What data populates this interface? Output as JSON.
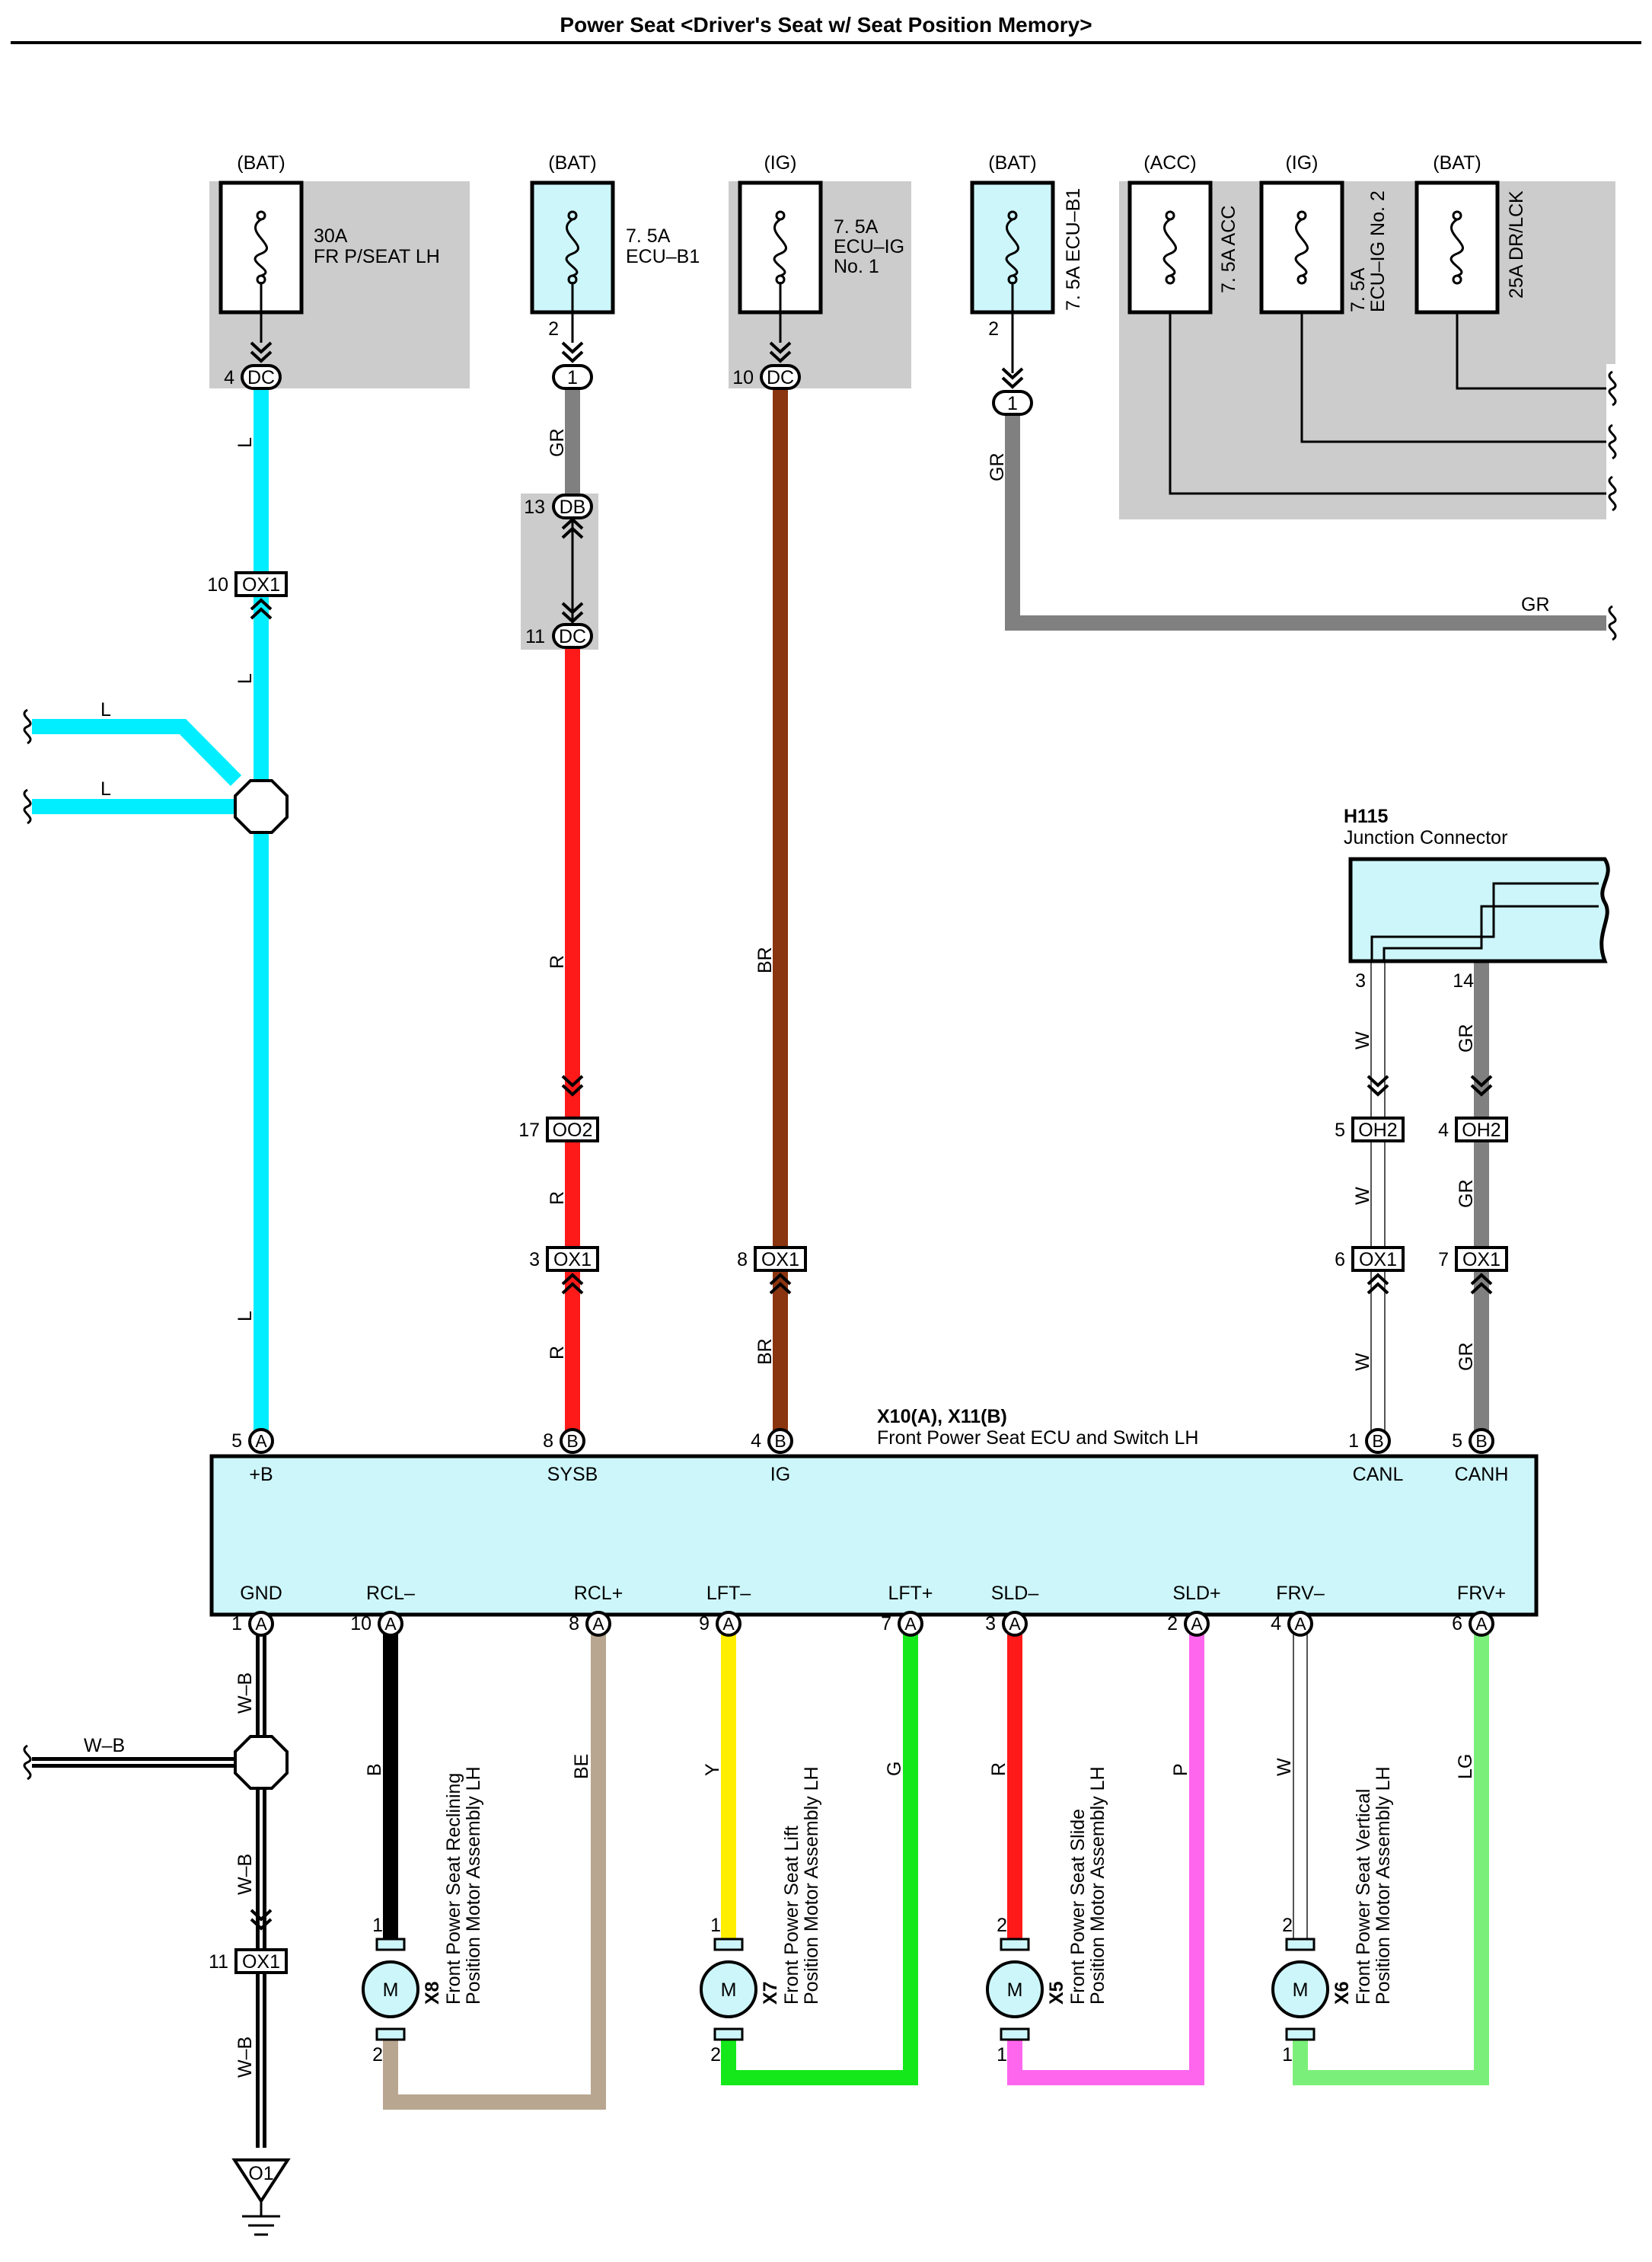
{
  "title": "Power Seat <Driver's Seat w/ Seat Position Memory>",
  "colors": {
    "L": "#00eeff",
    "R": "#ff1a1a",
    "BR": "#8b3410",
    "GR": "#808080",
    "B": "#000000",
    "BE": "#b8a690",
    "Y": "#ffee00",
    "G": "#14e81a",
    "P": "#ff66ee",
    "W": "#ffffff",
    "LG": "#7af07a",
    "WB": "#000000",
    "component": "#cdf6fa",
    "shade": "#cccccc"
  },
  "fuses": {
    "f1": {
      "source": "(BAT)",
      "rating": "30A",
      "name": "FR P/SEAT LH",
      "pin": "4",
      "connector": "DC"
    },
    "f2": {
      "source": "(BAT)",
      "rating": "7. 5A",
      "name": "ECU–B1",
      "pin": "2",
      "connector": "1"
    },
    "f3": {
      "source": "(IG)",
      "rating": "7. 5A",
      "name1": "ECU–IG",
      "name2": "No. 1",
      "pin": "10",
      "connector": "DC"
    },
    "f4": {
      "source": "(BAT)",
      "label": "7. 5A ECU–B1",
      "pin": "2",
      "connector": "1"
    },
    "f5": {
      "source": "(ACC)",
      "label": "7. 5A ACC"
    },
    "f6": {
      "source": "(IG)",
      "label1": "7. 5A",
      "label2": "ECU–IG No. 2"
    },
    "f7": {
      "source": "(BAT)",
      "label": "25A DR/LCK"
    }
  },
  "connectors": {
    "db": {
      "pin": "13",
      "name": "DB"
    },
    "dc": {
      "pin": "11",
      "name": "DC"
    },
    "ox1_l": {
      "pin": "10",
      "name": "OX1"
    },
    "oo2": {
      "pin": "17",
      "name": "OO2"
    },
    "ox1_r": {
      "pin": "3",
      "name": "OX1"
    },
    "ox1_br": {
      "pin": "8",
      "name": "OX1"
    },
    "oh2_w": {
      "pin": "5",
      "name": "OH2"
    },
    "oh2_gr": {
      "pin": "4",
      "name": "OH2"
    },
    "ox1_w": {
      "pin": "6",
      "name": "OX1"
    },
    "ox1_gr": {
      "pin": "7",
      "name": "OX1"
    },
    "ox1_gnd": {
      "pin": "11",
      "name": "OX1"
    },
    "ground": "O1"
  },
  "junction": {
    "id": "H115",
    "name": "Junction Connector",
    "pin_w": "3",
    "pin_gr": "14"
  },
  "ecu": {
    "ids": "X10(A), X11(B)",
    "name": "Front Power Seat ECU and Switch LH",
    "top_pins": [
      {
        "num": "5",
        "conn": "A",
        "label": "+B"
      },
      {
        "num": "8",
        "conn": "B",
        "label": "SYSB"
      },
      {
        "num": "4",
        "conn": "B",
        "label": "IG"
      },
      {
        "num": "1",
        "conn": "B",
        "label": "CANL"
      },
      {
        "num": "5",
        "conn": "B",
        "label": "CANH"
      }
    ],
    "bottom_pins": [
      {
        "num": "1",
        "conn": "A",
        "label": "GND"
      },
      {
        "num": "10",
        "conn": "A",
        "label": "RCL–"
      },
      {
        "num": "8",
        "conn": "A",
        "label": "RCL+"
      },
      {
        "num": "9",
        "conn": "A",
        "label": "LFT–"
      },
      {
        "num": "7",
        "conn": "A",
        "label": "LFT+"
      },
      {
        "num": "3",
        "conn": "A",
        "label": "SLD–"
      },
      {
        "num": "2",
        "conn": "A",
        "label": "SLD+"
      },
      {
        "num": "4",
        "conn": "A",
        "label": "FRV–"
      },
      {
        "num": "6",
        "conn": "A",
        "label": "FRV+"
      }
    ]
  },
  "wire_labels": {
    "L": "L",
    "GR": "GR",
    "R": "R",
    "BR": "BR",
    "W": "W",
    "WB": "W–B",
    "B": "B",
    "BE": "BE",
    "Y": "Y",
    "G": "G",
    "P": "P",
    "LG": "LG"
  },
  "motors": [
    {
      "id": "X8",
      "line1": "Front Power Seat Reclining",
      "line2": "Position Motor Assembly LH",
      "pin_top": "1",
      "pin_bottom": "2",
      "symbol": "M"
    },
    {
      "id": "X7",
      "line1": "Front Power Seat Lift",
      "line2": "Position Motor Assembly LH",
      "pin_top": "1",
      "pin_bottom": "2",
      "symbol": "M"
    },
    {
      "id": "X5",
      "line1": "Front Power Seat Slide",
      "line2": "Position Motor Assembly LH",
      "pin_top": "2",
      "pin_bottom": "1",
      "symbol": "M"
    },
    {
      "id": "X6",
      "line1": "Front Power Seat Vertical",
      "line2": "Position Motor Assembly LH",
      "pin_top": "2",
      "pin_bottom": "1",
      "symbol": "M"
    }
  ]
}
